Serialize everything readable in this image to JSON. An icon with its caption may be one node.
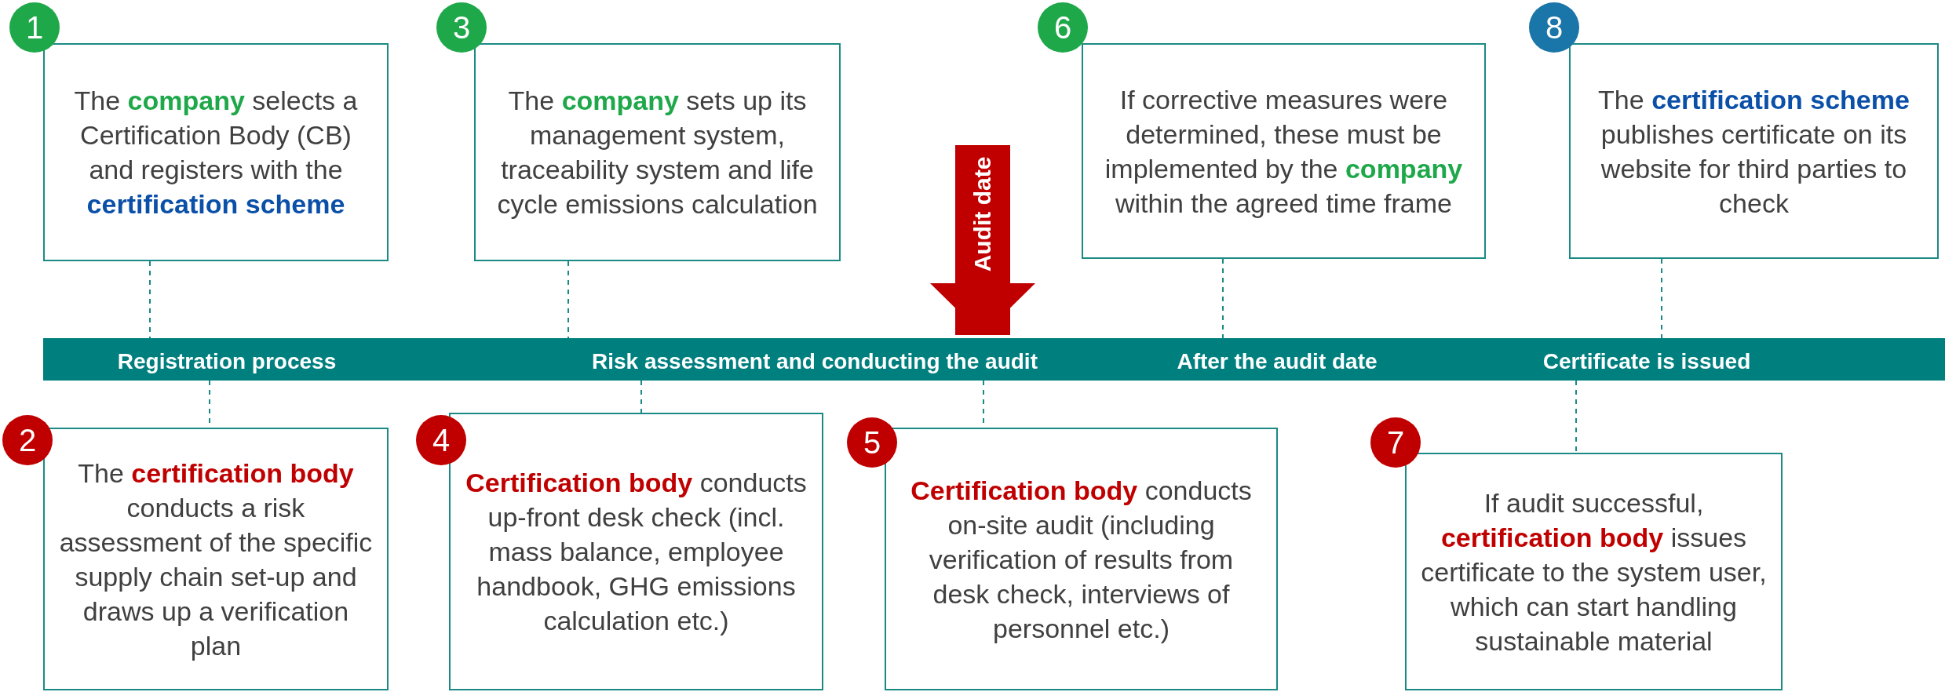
{
  "diagram": {
    "nodes": [
      {
        "text": [
          "1"
        ]
      },
      {
        "text": [
          "The **company** selects a Certification Body (CB) and registers with the **certification scheme**"
        ]
      },
      {
        "text": [
          "3"
        ]
      },
      {
        "text": [
          "The **company** sets up its management system, traceability system and life cycle emissions calculation"
        ]
      },
      {
        "text": [
          "6"
        ]
      },
      {
        "text": [
          "If corrective measures were determined, these must be implemented by the **company** within the agreed time frame"
        ]
      },
      {
        "text": [
          "8"
        ]
      },
      {
        "text": [
          "The **certification scheme** publishes certificate on its website for third parties to check"
        ]
      },
      {
        "text": [
          "Registration process",
          "Risk assessment and conducting the audit",
          "After the audit date",
          "Certificate is issued"
        ]
      },
      {
        "text": [
          "2"
        ]
      },
      {
        "text": [
          "The **certification body** conducts a risk assessment of the specific supply chain set-up and draws up a verification plan"
        ]
      },
      {
        "text": [
          "4"
        ]
      },
      {
        "text": [
          "**Certification body** conducts up-front desk check (incl. mass balance, employee handbook, GHG emissions calculation etc.)"
        ]
      },
      {
        "text": [
          "5"
        ]
      },
      {
        "text": [
          "**Certification body** conducts on-site audit (including verification of results from desk check, interviews of personnel etc.)"
        ]
      },
      {
        "text": [
          "7"
        ]
      },
      {
        "text": [
          "If audit successful, **certification body** issues certificate to the system user, which can start handling sustainable material"
        ]
      }
    ],
    "edges": [
      {
        "from": 1,
        "to": 8,
        "arrow": "none",
        "style": "dashed"
      },
      {
        "from": 3,
        "to": 8,
        "arrow": "none",
        "style": "dashed"
      },
      {
        "from": 5,
        "to": 8,
        "arrow": "none",
        "style": "dashed"
      },
      {
        "from": 7,
        "to": 8,
        "arrow": "none",
        "style": "dashed"
      },
      {
        "from": 8,
        "to": 10,
        "arrow": "none",
        "style": "dashed"
      },
      {
        "from": 8,
        "to": 12,
        "arrow": "none",
        "style": "dashed"
      },
      {
        "from": 8,
        "to": 14,
        "arrow": "none",
        "style": "dashed"
      },
      {
        "from": 8,
        "to": 16,
        "arrow": "none",
        "style": "dashed"
      },
      {
        "from": null,
        "to": 8,
        "arrow": "to",
        "label": "Audit date",
        "style": "thick",
        "color": "#c00000"
      }
    ]
  }
}
